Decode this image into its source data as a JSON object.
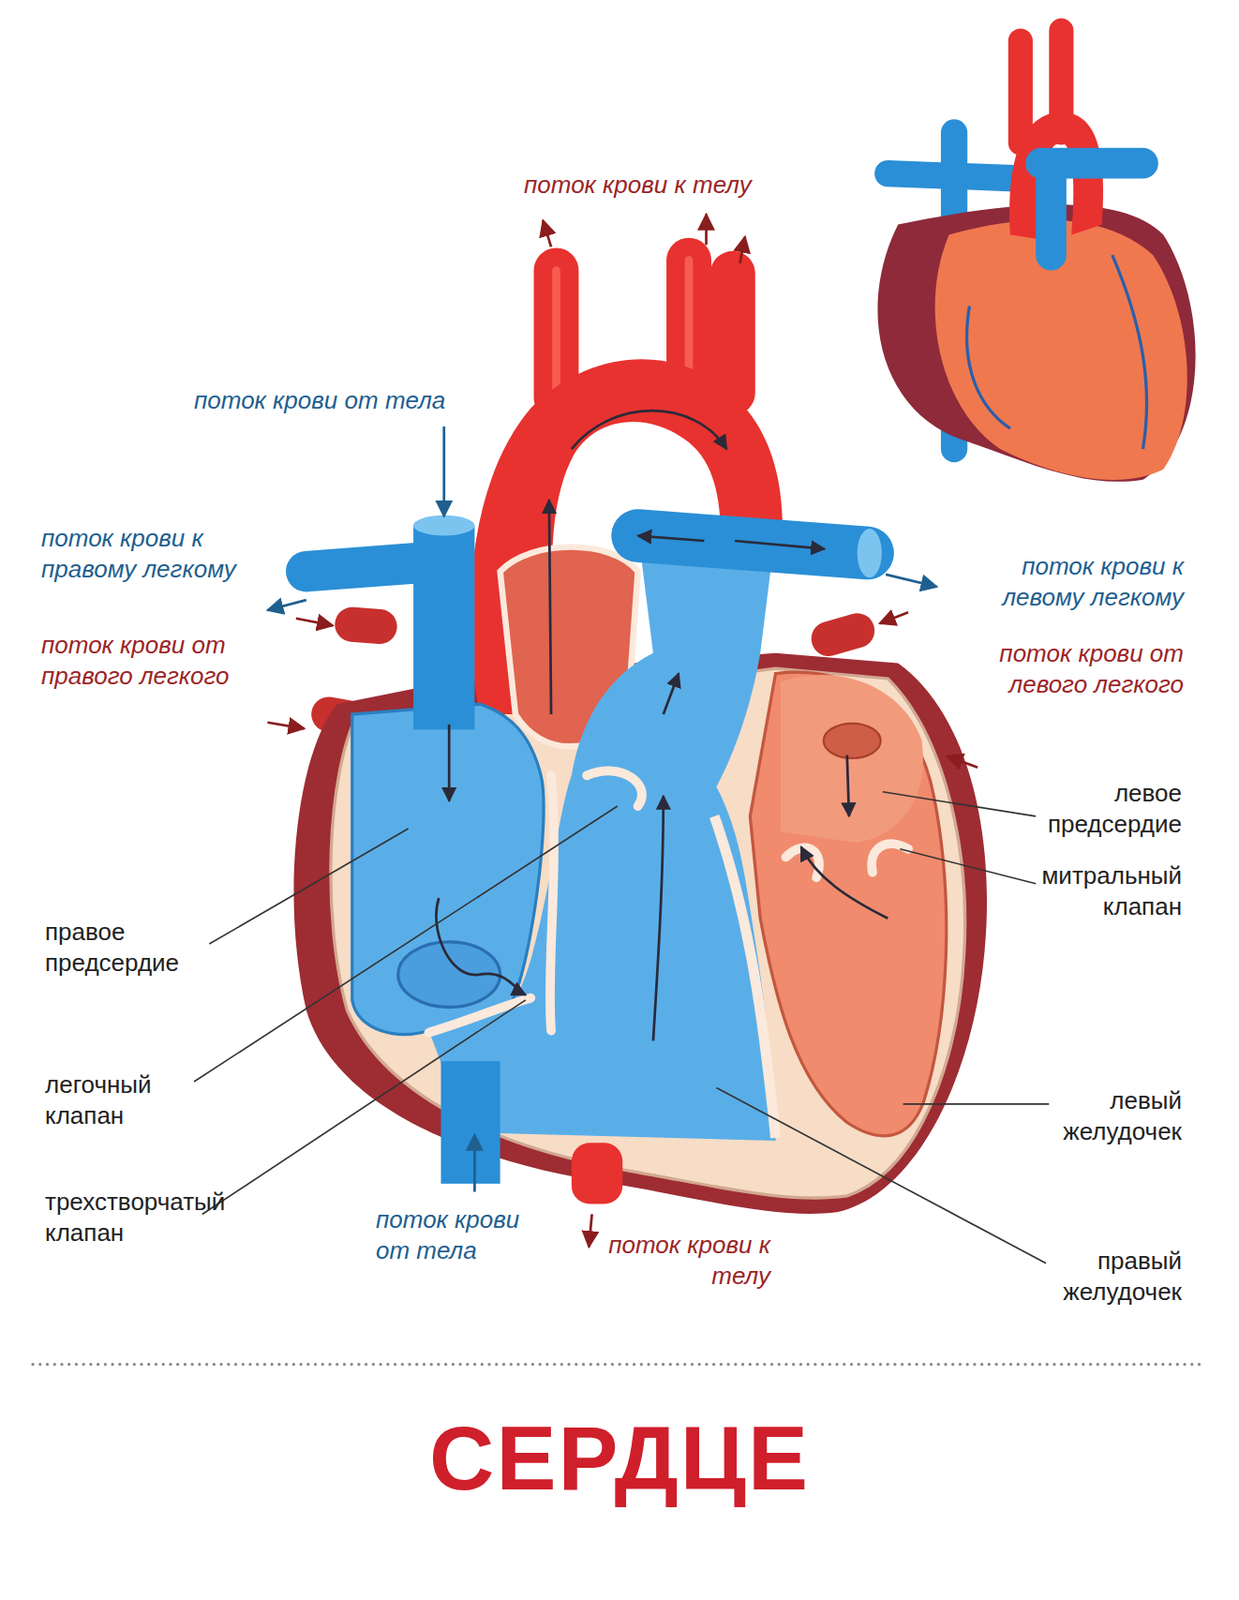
{
  "diagram": {
    "title": "СЕРДЦЕ",
    "labels": [
      "поток крови к телу",
      "поток крови от тела",
      "поток крови к правому легкому",
      "поток крови от правого легкого",
      "поток крови к левому легкому",
      "поток крови от левого легкого",
      "левое предсердие",
      "митральный клапан",
      "правое предсердие",
      "легочный клапан",
      "левый желудочек",
      "трехстворчатый клапан",
      "поток крови от тела",
      "поток крови к телу",
      "правый желудочек"
    ]
  }
}
